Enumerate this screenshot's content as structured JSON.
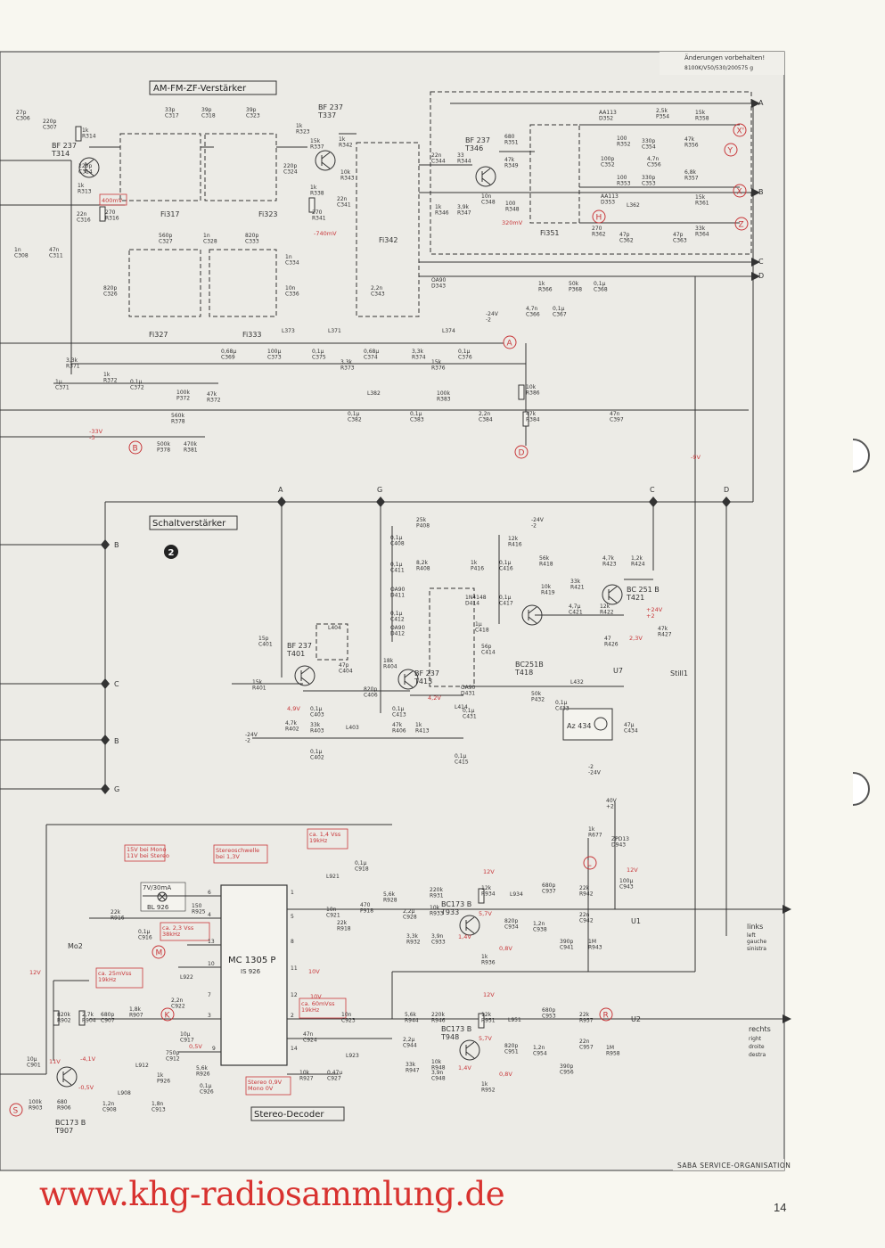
{
  "header": {
    "notice": "Änderungen vorbehalten!",
    "code": "8100K/V50/530/200575 g"
  },
  "sections": {
    "if_amplifier": "AM-FM-ZF-Verstärker",
    "switch_amplifier": "Schaltverstärker",
    "stereo_decoder": "Stereo-Decoder",
    "section_number": "2"
  },
  "footer": {
    "organisation": "SABA SERVICE-ORGANISATION",
    "page_number": "14",
    "watermark": "www.khg-radiosammlung.de"
  },
  "outputs": {
    "left": [
      "links",
      "left",
      "gauche",
      "sinistra"
    ],
    "right": [
      "rechts",
      "right",
      "droite",
      "destra"
    ]
  },
  "ic": {
    "name": "MC 1305 P",
    "ref": "IS 926"
  },
  "lamp": {
    "rating": "7V/30mA",
    "ref": "BL 926"
  },
  "labels": {
    "T314": "BF 237\nT314",
    "T337": "BF 237\nT337",
    "T346": "BF 237\nT346",
    "T401": "BF 237\nT401",
    "T413": "BF 237\nT413",
    "T418": "BC251B\nT418",
    "T421": "BC 251 B\nT421",
    "T933": "BC173 B\nT933",
    "T948": "BC173 B\nT948",
    "T907": "BC173 B\nT907",
    "Fi317": "Fi317",
    "Fi323": "Fi323",
    "Fi327": "Fi327",
    "Fi333": "Fi333",
    "Fi342": "Fi342",
    "Fi351": "Fi351",
    "C306": "27p\nC306",
    "C307": "220p\nC307",
    "R314": "1k\nR314",
    "C314": "220p\nC314",
    "R313": "1k\nR313",
    "C316": "22n\nC316",
    "R316": "270\nR316",
    "C308": "1n\nC308",
    "C311": "47n\nC311",
    "C317": "33p\nC317",
    "C318": "39p\nC318",
    "C323": "39p\nC323",
    "C324": "220p\nC324",
    "R323": "1k\nR323",
    "R337": "15k\nR337",
    "R343": "10k\nR343",
    "R342": "1k\nR342",
    "R338": "1k\nR338",
    "R341": "270\nR341",
    "C341": "22n\nC341",
    "C327": "560p\nC327",
    "C328": "1n\nC328",
    "C333": "820p\nC333",
    "C326": "820p\nC326",
    "C336": "10n\nC336",
    "C334": "1n\nC334",
    "C343": "2,2n\nC343",
    "D343": "OA90\nD343",
    "C344": "22n\nC344",
    "R344": "33\nR344",
    "R349": "47k\nR349",
    "R351": "680\nR351",
    "C348": "10n\nC348",
    "R348": "100\nR348",
    "R346": "1k\nR346",
    "R347": "3,9k\nR347",
    "D352": "AA113\nD352",
    "P354": "2,5k\nP354",
    "R358": "15k\nR358",
    "R352": "100\nR352",
    "C354": "330p\nC354",
    "R356": "47k\nR356",
    "C352": "100p\nC352",
    "C356": "4,7n\nC356",
    "R357": "6,8k\nR357",
    "R353": "100\nR353",
    "C353": "330p\nC353",
    "D353": "AA113\nD353",
    "L362": "L362",
    "R361": "15k\nR361",
    "R362": "270\nR362",
    "C362": "47p\nC362",
    "C363": "47p\nC363",
    "R364": "33k\nR364",
    "R366": "1k\nR366",
    "P368": "50k\nP368",
    "C368": "0,1µ\nC368",
    "C366": "4,7n\nC366",
    "C367": "0,1µ\nC367",
    "C369": "0,68µ\nC369",
    "C373": "100µ\nC373",
    "C375": "0,1µ\nC375",
    "L373": "L373",
    "L371": "L371",
    "R373": "3,3k\nR373",
    "C374": "0,68µ\nC374",
    "R374": "3,3k\nR374",
    "R376": "15k\nR376",
    "C376": "0,1µ\nC376",
    "L374": "L374",
    "R371": "3,3k\nR371",
    "C371": "1µ\nC371",
    "R372a": "1k\nR372",
    "C372": "0,1µ\nC372",
    "P372": "100k\nP372",
    "R372": "47k\nR372",
    "L382": "L382",
    "R383": "100k\nR383",
    "R386": "10k\nR386",
    "C382": "0,1µ\nC382",
    "C383": "0,1µ\nC383",
    "C384": "2,2n\nC384",
    "R384": "47k\nR384",
    "C397": "47n\nC397",
    "R378": "560k\nR378",
    "P378": "500k\nP378",
    "R381": "470k\nR381",
    "P408": "25k\nP408",
    "C408": "0,1µ\nC408",
    "R416": "12k\nR416",
    "R418": "56k\nR418",
    "R408": "8,2k\nR408",
    "C411": "0,1µ\nC411",
    "P416": "1k\nP416",
    "C416": "0,1µ\nC416",
    "D411": "OA90\nD411",
    "D414": "1N4148\nD414",
    "C417": "0,1µ\nC417",
    "R419": "10k\nR419",
    "R421": "33k\nR421",
    "R423": "4,7k\nR423",
    "R424": "1,2k\nR424",
    "R422": "12k\nR422",
    "C421": "4,7µ\nC421",
    "C418": "1µ\nC418",
    "C414": "56p\nC414",
    "C412": "0,1µ\nC412",
    "D412": "OA90\nD412",
    "R426": "47\nR426",
    "R427": "47k\nR427",
    "C401": "15p\nC401",
    "L404": "L404",
    "C404": "47p\nC404",
    "R404": "18k\nR404",
    "C406": "820p\nC406",
    "R401": "15k\nR401",
    "P432": "50k\nP432",
    "L432": "L432",
    "C433": "0,1µ\nC433",
    "D431": "OA90\nD431",
    "C431": "0,1µ\nC431",
    "C403": "0,1µ\nC403",
    "R403": "33k\nR403",
    "R402": "4,7k\nR402",
    "L403": "L403",
    "C413": "0,1µ\nC413",
    "R406": "47k\nR406",
    "R413": "1k\nR413",
    "L414": "L414",
    "C415": "0,1µ\nC415",
    "C402": "0,1µ\nC402",
    "C434": "47µ\nC434",
    "Az434": "Az 434",
    "U7": "U7",
    "Still1": "Still1",
    "C918": "0,1µ\nC918",
    "L921": "L921",
    "P918": "470\nP918",
    "C921": "10n\nC921",
    "R928": "5,6k\nR928",
    "R918": "22k\nR918",
    "R931": "220k\nR931",
    "R933": "10k\nR933",
    "C928": "2,2µ\nC928",
    "R932": "3,3k\nR932",
    "C933": "3,9n\nC933",
    "R934": "12k\nR934",
    "L934": "L934",
    "C937": "680p\nC937",
    "C934": "820p\nC934",
    "C938": "1,2n\nC938",
    "C941": "390p\nC941",
    "R942": "22k\nR942",
    "C942": "22n\nC942",
    "R943": "1M\nR943",
    "C943": "100µ\nC943",
    "R936": "1k\nR936",
    "R677": "1k\nR677",
    "D943": "ZPD13\nD943",
    "R916": "22k\nR916",
    "C916": "0,1µ\nC916",
    "R925": "150\nR925",
    "L922": "L922",
    "C922": "2,2n\nC922",
    "R907": "1,8k\nR907",
    "C907": "680p\nC907",
    "C917": "10µ\nC917",
    "C912": "750p\nC912",
    "L912": "L912",
    "P926": "1k\nP926",
    "R926": "5,6k\nR926",
    "C926": "0,1µ\nC926",
    "L908": "L908",
    "C908": "1,2n\nC908",
    "C913": "1,8n\nC913",
    "C923": "10n\nC923",
    "C924": "47n\nC924",
    "L923": "L923",
    "R927": "10k\nR927",
    "C927": "0,47µ\nC927",
    "R944": "5,6k\nR944",
    "R946": "220k\nR946",
    "R948": "10k\nR948",
    "C944": "2,2µ\nC944",
    "R947": "33k\nR947",
    "C948": "3,9n\nC948",
    "R951": "12k\nR951",
    "L951": "L951",
    "C953": "680p\nC953",
    "C951": "820p\nC951",
    "C954": "1,2n\nC954",
    "C956": "390p\nC956",
    "R957": "22k\nR957",
    "C957": "22n\nC957",
    "R958": "1M\nR958",
    "R952": "1k\nR952",
    "R902": "820k\nR902",
    "R904": "2,7k\nR904",
    "C901": "10µ\nC901",
    "R903": "100k\nR903",
    "R906": "680\nR906",
    "Mo2": "Mo2",
    "U1": "U1",
    "U2": "U2",
    "V40": "40V\n+2",
    "V24a": "-24V\n-2",
    "V24c": "-24V\n-2",
    "V24d": "-2\n-24V",
    "V24e": "-24V\n-2",
    "busA": "A",
    "busB": "B",
    "busC": "C",
    "busD": "D",
    "busA2": "A",
    "busG": "G",
    "busC2": "C",
    "busD2": "D",
    "leftB": "B",
    "leftC": "C",
    "leftB2": "B",
    "leftG": "G",
    "pin6": "6",
    "pin4": "4",
    "pin13": "13",
    "pin10": "10",
    "pin7": "7",
    "pin3": "3",
    "pin9": "9",
    "pin1": "1",
    "pin5": "5",
    "pin8": "8",
    "pin11": "11",
    "pin12": "12",
    "pin2": "2",
    "pin14": "14"
  },
  "annotations": {
    "mV400": "400mV",
    "mV740": "-740mV",
    "mV320": "320mV",
    "V33": "-33V\n-3",
    "V9": "-9V",
    "V49": "4,9V",
    "V42": "4,2V",
    "V23": "2,3V",
    "V24p": "+24V\n+2",
    "mono": "15V bei Mono\n11V bei Stereo",
    "schwelle": "Stereoschwelle\nbei 1,3V",
    "ca14": "ca. 1,4 Vss\n19kHz",
    "ca23": "ca. 2,3 Vss\n38kHz",
    "ca25": "ca. 25mVss\n19kHz",
    "ca60": "ca. 60mVss\n19kHz",
    "stereo09": "Stereo 0,9V\nMono  0V",
    "v12a": "12V",
    "v11": "11V",
    "v41": "-4,1V",
    "v05a": "-0,5V",
    "v12b": "12V",
    "v57a": "5,7V",
    "v14a": "1,4V",
    "v08a": "0,8V",
    "v12c": "12V",
    "v57b": "5,7V",
    "v14b": "1,4V",
    "v08b": "0,8V",
    "v10a": "10V",
    "v10b": "10V",
    "v05b": "0,5V",
    "v12d": "12V"
  },
  "test_points": {
    "A": "A",
    "B": "B",
    "D": "D",
    "H": "H",
    "Xp": "X'",
    "Y": "Y",
    "Z": "Z",
    "X": "X",
    "M": "M",
    "K": "K",
    "S": "S",
    "L": "L",
    "R": "R"
  },
  "colors": {
    "annotation": "#c8373a",
    "ink": "#333333",
    "paper": "#f8f7f0",
    "sheet": "#ecebe6",
    "watermark": "#d8322f"
  }
}
